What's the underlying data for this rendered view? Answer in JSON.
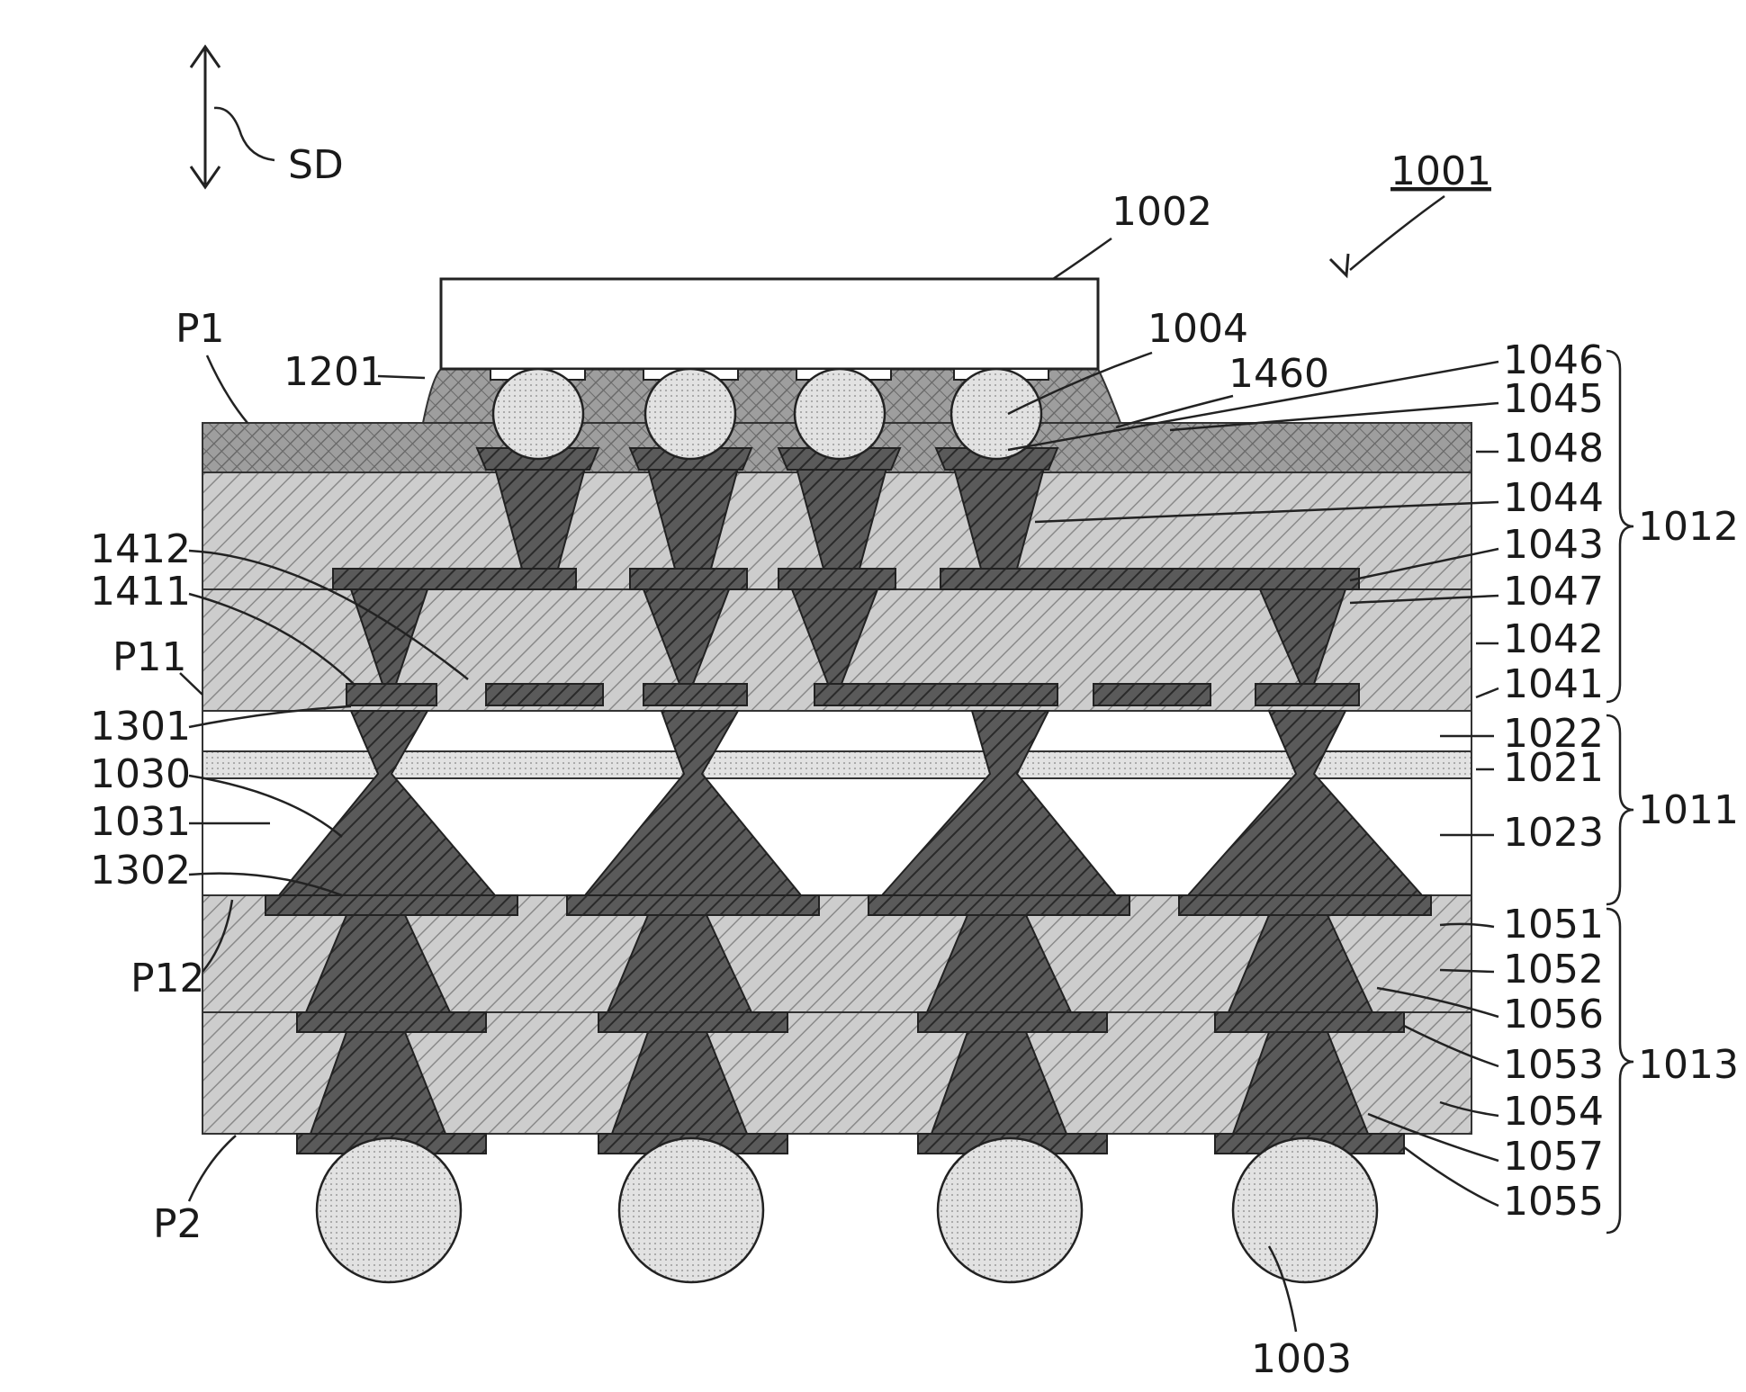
{
  "figure": {
    "direction_label": "SD",
    "package_ref": "1001",
    "chip_label": "1002",
    "bump_label": "1004",
    "underfill_label": "1201",
    "resist_label": "1460",
    "solder_ball_label": "1003",
    "surface_labels": {
      "p1": "P1",
      "p11": "P11",
      "p12": "P12",
      "p2": "P2"
    },
    "left_labels": {
      "l1412": "1412",
      "l1411": "1411",
      "l1301": "1301",
      "l1030": "1030",
      "l1031": "1031",
      "l1302": "1302"
    },
    "right_labels": {
      "l1046": "1046",
      "l1045": "1045",
      "l1048": "1048",
      "l1044": "1044",
      "l1043": "1043",
      "l1047": "1047",
      "l1042": "1042",
      "l1041": "1041",
      "l1022": "1022",
      "l1021": "1021",
      "l1023": "1023",
      "l1051": "1051",
      "l1052": "1052",
      "l1056": "1056",
      "l1053": "1053",
      "l1054": "1054",
      "l1057": "1057",
      "l1055": "1055"
    },
    "group_labels": {
      "g1012": "1012",
      "g1011": "1011",
      "g1013": "1013"
    }
  }
}
